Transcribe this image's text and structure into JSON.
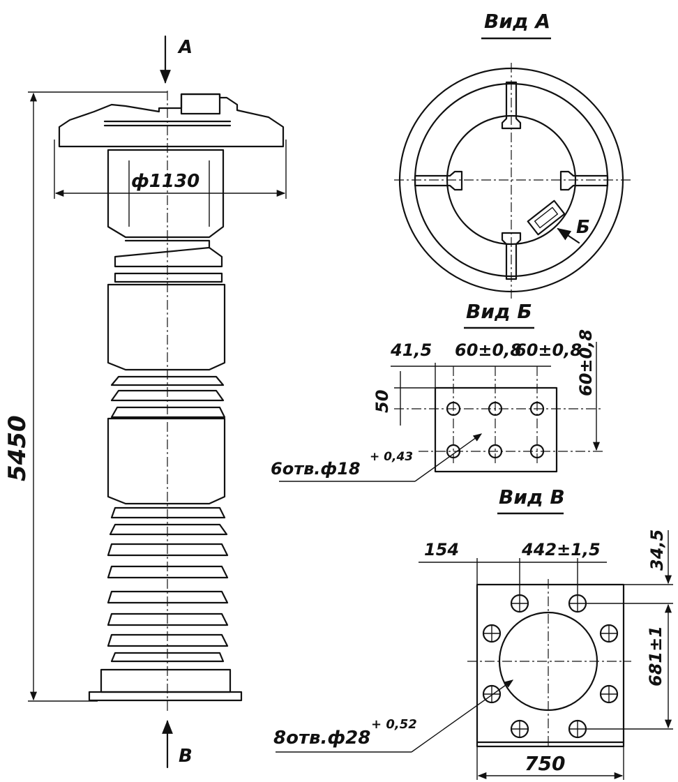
{
  "main_view": {
    "height_dim": "5450",
    "diameter_dim": "ф1130",
    "arrow_a": "А",
    "arrow_v": "В"
  },
  "view_a": {
    "title": "Вид А",
    "arrow_b": "Б"
  },
  "view_b": {
    "title": "Вид Б",
    "dim_offset": "41,5",
    "dim_pitch_1": "60±0,8",
    "dim_pitch_2": "60±0,8",
    "dim_vertical": "60±0,8",
    "dim_height": "50",
    "holes_label": "6отв.ф18",
    "holes_tol": "+ 0,43"
  },
  "view_v": {
    "title": "Вид В",
    "dim_left": "154",
    "dim_pitch": "442±1,5",
    "dim_top": "34,5",
    "dim_vertical": "681±1",
    "dim_width": "750",
    "holes_label": "8отв.ф28",
    "holes_tol": "+ 0,52"
  }
}
